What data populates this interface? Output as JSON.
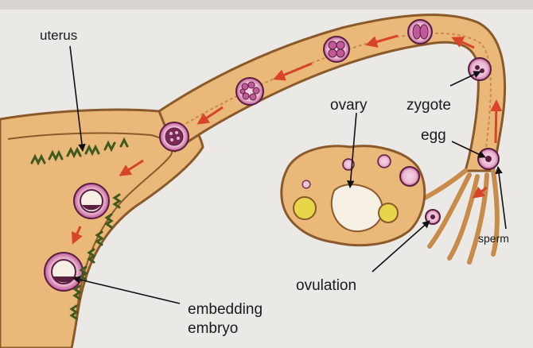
{
  "diagram": {
    "labels": {
      "uterus": "uterus",
      "ovary": "ovary",
      "zygote": "zygote",
      "egg": "egg",
      "sperm": "sperm",
      "ovulation": "ovulation",
      "embedding_line1": "embedding",
      "embedding_line2": "embryo"
    },
    "colors": {
      "tube_fill": "#eab979",
      "tube_edge": "#8a5a2a",
      "arrow": "#d8442a",
      "cell_ring": "#c25a9a",
      "cell_inner": "#5a1f3f",
      "yellow_follicle": "#e8d64a"
    }
  }
}
